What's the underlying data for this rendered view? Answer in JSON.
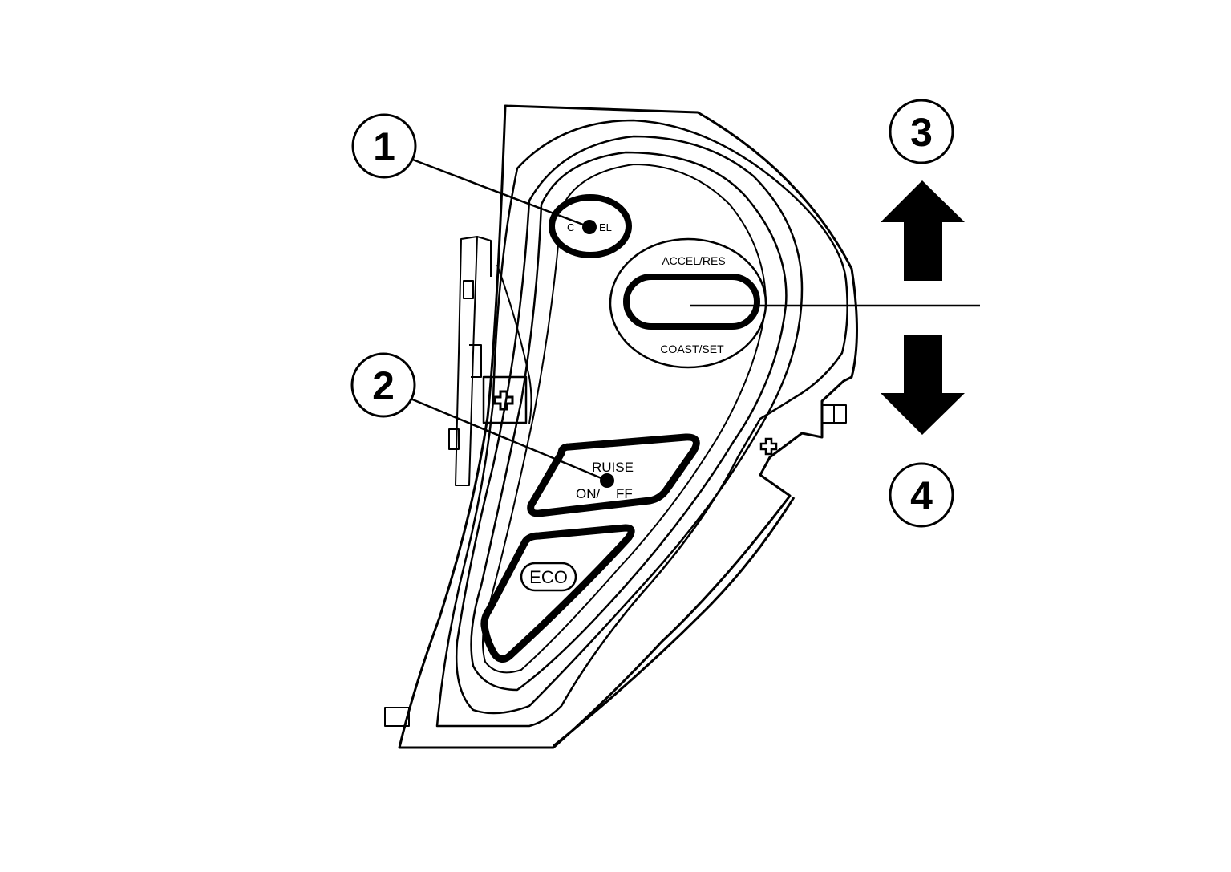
{
  "diagram": {
    "callouts": [
      {
        "number": "1"
      },
      {
        "number": "2"
      },
      {
        "number": "3"
      },
      {
        "number": "4"
      }
    ],
    "buttons": {
      "cancel_label_left": "C",
      "cancel_label_right": "EL",
      "accel_res_label": "ACCEL/RES",
      "coast_set_label": "COAST/SET",
      "cruise_line1": "RUISE",
      "cruise_line2_left": "ON/",
      "cruise_line2_right": "FF",
      "eco_label": "ECO"
    },
    "arrows": {
      "up": "arrow-up-icon",
      "down": "arrow-down-icon"
    },
    "colors": {
      "ink": "#000000",
      "paper": "#ffffff"
    }
  }
}
